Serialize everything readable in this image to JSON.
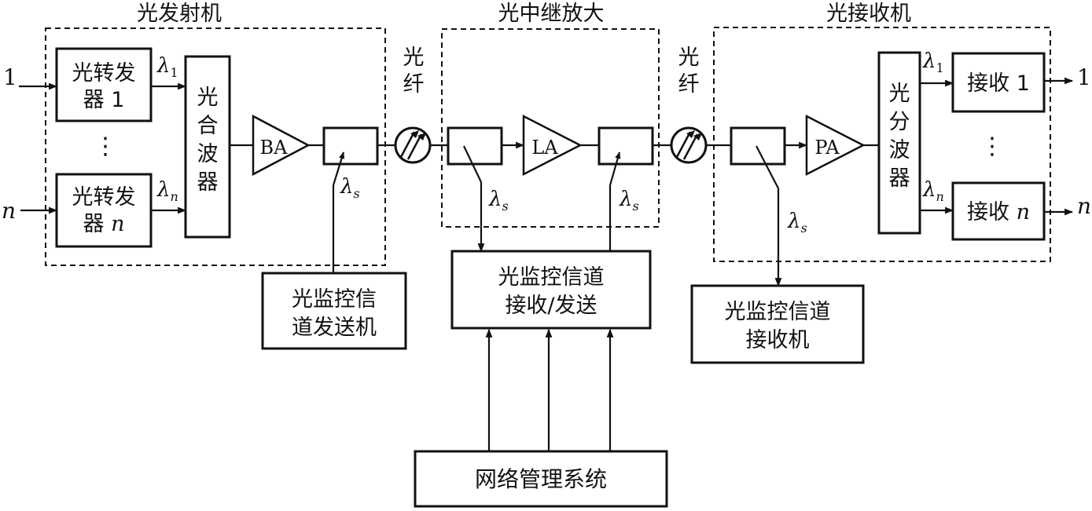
{
  "sections": {
    "transmitter": "光发射机",
    "repeater": "光中继放大",
    "receiver": "光接收机"
  },
  "fiber_label": "光\n纤",
  "transmitter": {
    "input_1": "1",
    "input_n": "n",
    "transponder_1": "光转发\n器 1",
    "transponder_n": "光转发\n器 n",
    "dots": "⋮",
    "lambda_1": "λ1",
    "lambda_n": "λn",
    "mux": "光\n合\n波\n器",
    "amp": "BA",
    "lambda_s": "λs"
  },
  "repeater": {
    "amp": "LA",
    "lambda_s_drop": "λs",
    "lambda_s_add": "λs"
  },
  "receiver": {
    "amp": "PA",
    "demux": "光\n分\n波\n器",
    "rx_1": "接收 1",
    "rx_n": "接收 n",
    "dots": "⋮",
    "lambda_1": "λ1",
    "lambda_n": "λn",
    "lambda_s": "λs",
    "output_1": "1",
    "output_n": "n"
  },
  "osc": {
    "tx": "光监控信\n道发送机",
    "txrx": "光监控信道\n接收/发送",
    "rx": "光监控信道\n接收机"
  },
  "nms": "网络管理系统"
}
